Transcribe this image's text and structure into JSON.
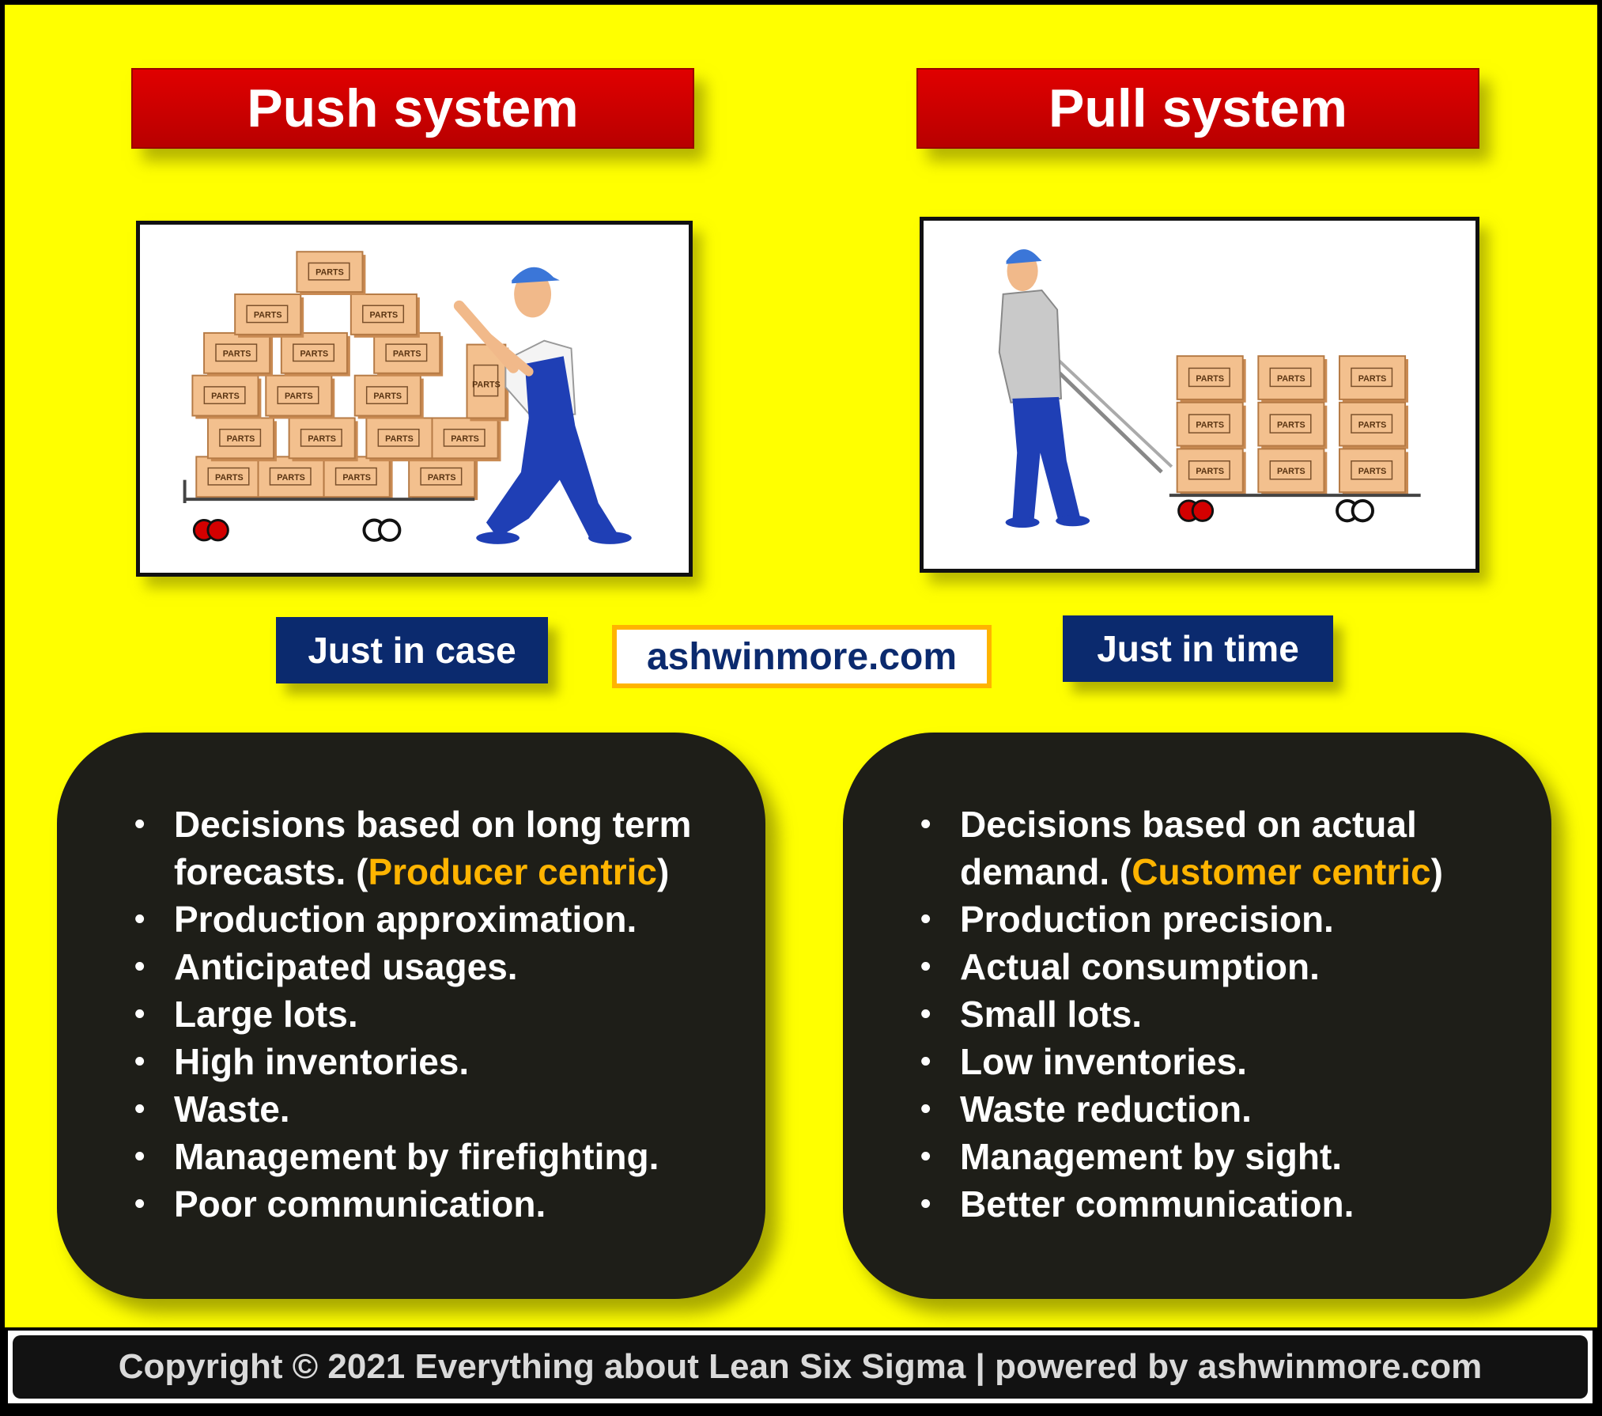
{
  "push": {
    "title": "Push system",
    "tag": "Just in case",
    "box_label": "PARTS",
    "bullets": [
      {
        "before": "Decisions based on long term forecasts. (",
        "highlight": "Producer centric",
        "after": ")"
      },
      {
        "before": "Production approximation.",
        "highlight": "",
        "after": ""
      },
      {
        "before": "Anticipated usages.",
        "highlight": "",
        "after": ""
      },
      {
        "before": "Large lots.",
        "highlight": "",
        "after": ""
      },
      {
        "before": "High inventories.",
        "highlight": "",
        "after": ""
      },
      {
        "before": "Waste.",
        "highlight": "",
        "after": ""
      },
      {
        "before": "Management by firefighting.",
        "highlight": "",
        "after": ""
      },
      {
        "before": "Poor communication.",
        "highlight": "",
        "after": ""
      }
    ]
  },
  "pull": {
    "title": "Pull system",
    "tag": "Just in time",
    "box_label": "PARTS",
    "bullets": [
      {
        "before": "Decisions based on actual demand. (",
        "highlight": "Customer centric",
        "after": ")"
      },
      {
        "before": "Production precision.",
        "highlight": "",
        "after": ""
      },
      {
        "before": "Actual consumption.",
        "highlight": "",
        "after": ""
      },
      {
        "before": "Small lots.",
        "highlight": "",
        "after": ""
      },
      {
        "before": "Low inventories.",
        "highlight": "",
        "after": ""
      },
      {
        "before": "Waste reduction.",
        "highlight": "",
        "after": ""
      },
      {
        "before": "Management by sight.",
        "highlight": "",
        "after": ""
      },
      {
        "before": "Better communication.",
        "highlight": "",
        "after": ""
      }
    ]
  },
  "website": "ashwinmore.com",
  "footer": "Copyright © 2021 Everything about Lean Six Sigma | powered by ashwinmore.com",
  "colors": {
    "background": "#ffff00",
    "title_red": "#d40000",
    "tag_navy": "#0b2a6e",
    "highlight": "#ffb400",
    "panel": "#1e1e18"
  }
}
